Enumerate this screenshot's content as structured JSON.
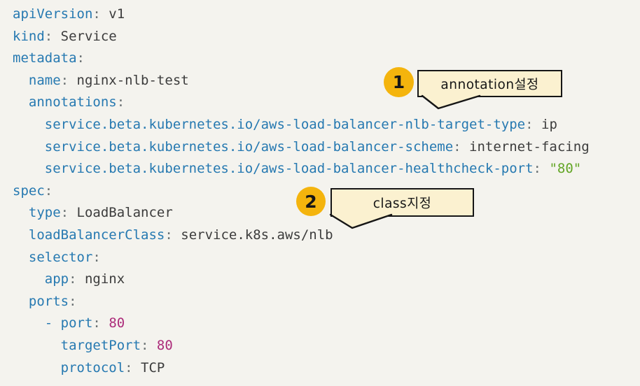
{
  "palette": {
    "background": "#F4F3EE",
    "ink": "#161616",
    "code_key": "#2679B1",
    "code_punct": "#6A7173",
    "code_value": "#3C3C3C",
    "code_number": "#AC2B7A",
    "code_string": "#63A626",
    "badge_fill": "#F4B40D",
    "bubble_fill": "#FBF1D0"
  },
  "code": {
    "language": "yaml",
    "lines": [
      {
        "indent": 0,
        "tokens": [
          {
            "t": "apiVersion",
            "c": "key"
          },
          {
            "t": ": ",
            "c": "punct"
          },
          {
            "t": "v1",
            "c": "value"
          }
        ]
      },
      {
        "indent": 0,
        "tokens": [
          {
            "t": "kind",
            "c": "key"
          },
          {
            "t": ": ",
            "c": "punct"
          },
          {
            "t": "Service",
            "c": "value"
          }
        ]
      },
      {
        "indent": 0,
        "tokens": [
          {
            "t": "metadata",
            "c": "key"
          },
          {
            "t": ":",
            "c": "punct"
          }
        ]
      },
      {
        "indent": 2,
        "tokens": [
          {
            "t": "name",
            "c": "key"
          },
          {
            "t": ": ",
            "c": "punct"
          },
          {
            "t": "nginx-nlb-test",
            "c": "value"
          }
        ]
      },
      {
        "indent": 2,
        "tokens": [
          {
            "t": "annotations",
            "c": "key"
          },
          {
            "t": ":",
            "c": "punct"
          }
        ]
      },
      {
        "indent": 4,
        "tokens": [
          {
            "t": "service.beta.kubernetes.io/aws-load-balancer-nlb-target-type",
            "c": "key"
          },
          {
            "t": ": ",
            "c": "punct"
          },
          {
            "t": "ip",
            "c": "value"
          }
        ]
      },
      {
        "indent": 4,
        "tokens": [
          {
            "t": "service.beta.kubernetes.io/aws-load-balancer-scheme",
            "c": "key"
          },
          {
            "t": ": ",
            "c": "punct"
          },
          {
            "t": "internet-facing",
            "c": "value"
          }
        ]
      },
      {
        "indent": 4,
        "tokens": [
          {
            "t": "service.beta.kubernetes.io/aws-load-balancer-healthcheck-port",
            "c": "key"
          },
          {
            "t": ": ",
            "c": "punct"
          },
          {
            "t": "\"80\"",
            "c": "string"
          }
        ]
      },
      {
        "indent": 0,
        "tokens": [
          {
            "t": "spec",
            "c": "key"
          },
          {
            "t": ":",
            "c": "punct"
          }
        ]
      },
      {
        "indent": 2,
        "tokens": [
          {
            "t": "type",
            "c": "key"
          },
          {
            "t": ": ",
            "c": "punct"
          },
          {
            "t": "LoadBalancer",
            "c": "value"
          }
        ]
      },
      {
        "indent": 2,
        "tokens": [
          {
            "t": "loadBalancerClass",
            "c": "key"
          },
          {
            "t": ": ",
            "c": "punct"
          },
          {
            "t": "service.k8s.aws/nlb",
            "c": "value"
          }
        ]
      },
      {
        "indent": 2,
        "tokens": [
          {
            "t": "selector",
            "c": "key"
          },
          {
            "t": ":",
            "c": "punct"
          }
        ]
      },
      {
        "indent": 4,
        "tokens": [
          {
            "t": "app",
            "c": "key"
          },
          {
            "t": ": ",
            "c": "punct"
          },
          {
            "t": "nginx",
            "c": "value"
          }
        ]
      },
      {
        "indent": 2,
        "tokens": [
          {
            "t": "ports",
            "c": "key"
          },
          {
            "t": ":",
            "c": "punct"
          }
        ]
      },
      {
        "indent": 4,
        "tokens": [
          {
            "t": "- ",
            "c": "key"
          },
          {
            "t": "port",
            "c": "key"
          },
          {
            "t": ": ",
            "c": "punct"
          },
          {
            "t": "80",
            "c": "number"
          }
        ]
      },
      {
        "indent": 6,
        "tokens": [
          {
            "t": "targetPort",
            "c": "key"
          },
          {
            "t": ": ",
            "c": "punct"
          },
          {
            "t": "80",
            "c": "number"
          }
        ]
      },
      {
        "indent": 6,
        "tokens": [
          {
            "t": "protocol",
            "c": "key"
          },
          {
            "t": ": ",
            "c": "punct"
          },
          {
            "t": "TCP",
            "c": "value"
          }
        ]
      }
    ]
  },
  "callouts": [
    {
      "number": "1",
      "label": "annotation설정"
    },
    {
      "number": "2",
      "label": "class지정"
    }
  ]
}
